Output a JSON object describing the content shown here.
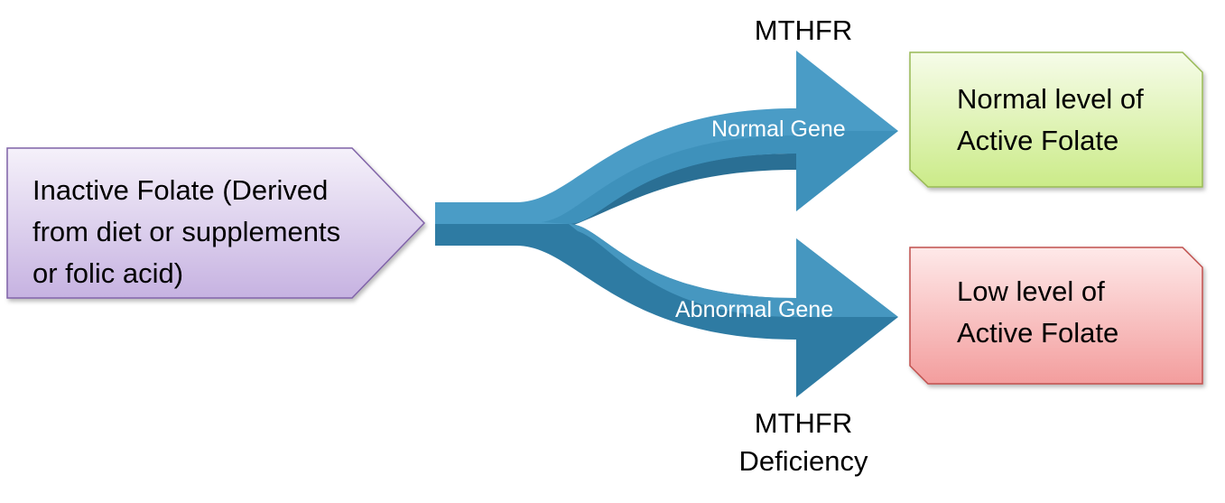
{
  "labels": {
    "top": "MTHFR",
    "bottom_line1": "MTHFR",
    "bottom_line2": "Deficiency"
  },
  "inactive_box": {
    "line1": "Inactive Folate (Derived",
    "line2": "from diet or supplements",
    "line3": "or folic acid)"
  },
  "normal_box": {
    "line1": "Normal level of",
    "line2": "Active Folate"
  },
  "low_box": {
    "line1": "Low level of",
    "line2": "Active Folate"
  },
  "arrows": {
    "upper": "Normal Gene",
    "lower": "Abnormal Gene"
  },
  "colors": {
    "arrow_blue": "#4a9cc6",
    "arrow_dark": "#2e7ba3",
    "inactive_fill_top": "#f3eef9",
    "inactive_fill_bottom": "#c8b5e2",
    "inactive_border": "#8063a8",
    "normal_fill_top": "#f4fbe6",
    "normal_fill_bottom": "#cdec8b",
    "normal_border": "#98b954",
    "low_fill_top": "#fde6e6",
    "low_fill_bottom": "#f4a0a0",
    "low_border": "#c0504d"
  }
}
